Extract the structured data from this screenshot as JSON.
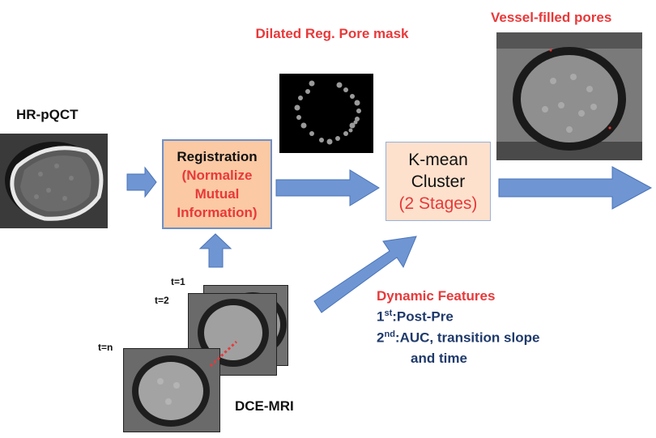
{
  "labels": {
    "hrpqct": "HR-pQCT",
    "dilated_mask": "Dilated Reg. Pore mask",
    "vessel_pores": "Vessel-filled pores",
    "dce_mri": "DCE-MRI",
    "t1": "t=1",
    "t2": "t=2",
    "tn": "t=n"
  },
  "registration": {
    "title": "Registration",
    "line2": "(Normalize",
    "line3": "Mutual",
    "line4": "Information)"
  },
  "kmean": {
    "line1": "K-mean",
    "line2": "Cluster",
    "line3": "(2 Stages)"
  },
  "features": {
    "title": "Dynamic Features",
    "first_prefix": "1",
    "first_sup": "st",
    "first_text": ":Post-Pre",
    "second_prefix": "2",
    "second_sup": "nd",
    "second_text": ":AUC, transition slope",
    "second_cont": "and time"
  },
  "colors": {
    "arrow": "#6f96d3",
    "arrow_edge": "#4a73b8",
    "accent_red": "#e8393a",
    "navy": "#1f3a6b",
    "reg_fill": "#fbc9a4",
    "kmean_fill": "#fde1cd"
  }
}
